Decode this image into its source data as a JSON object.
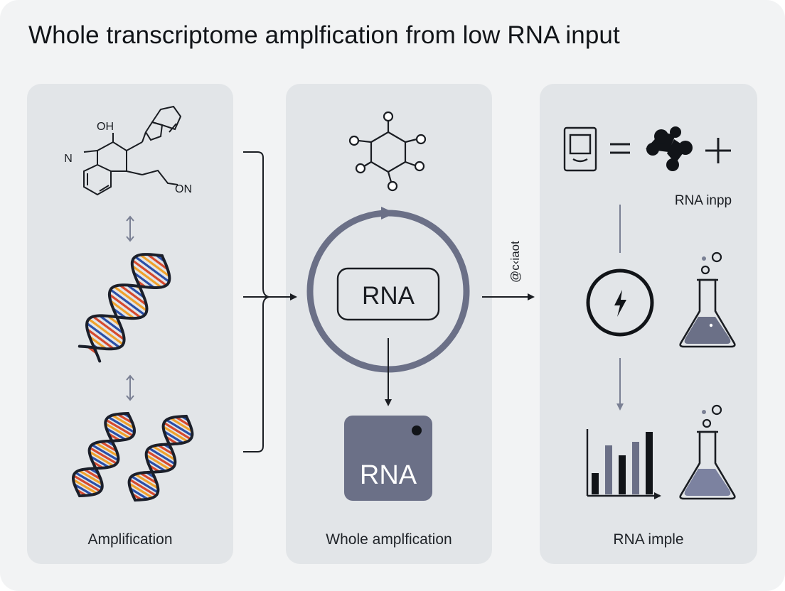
{
  "title": "Whole transcriptome amplfication from low RNA input",
  "panels": {
    "left": {
      "caption": "Amplification",
      "molecule_labels": [
        "OH",
        "N",
        "ON"
      ]
    },
    "middle": {
      "cycle_label": "RNA",
      "output_box_label": "RNA",
      "caption": "Whole amplfication"
    },
    "right": {
      "equation_label": "RNA inpp",
      "caption": "RNA imple"
    }
  },
  "arrow_label": "@c‹iaot",
  "colors": {
    "background": "#f2f3f4",
    "panel": "#e2e5e8",
    "cycle": "#6b7087",
    "box": "#6b7087",
    "dna_backbone": "#1b1f2a",
    "dna_rungs": [
      "#2a4fa8",
      "#d64a2e",
      "#f0a22c"
    ],
    "ink": "#1a1d22"
  },
  "icons": [
    "hexagon-molecule-icon",
    "tablet-icon",
    "equals-icon",
    "molecule-cluster-icon",
    "plus-icon",
    "power-icon",
    "flask-icon",
    "bar-chart-icon",
    "dna-icon"
  ]
}
